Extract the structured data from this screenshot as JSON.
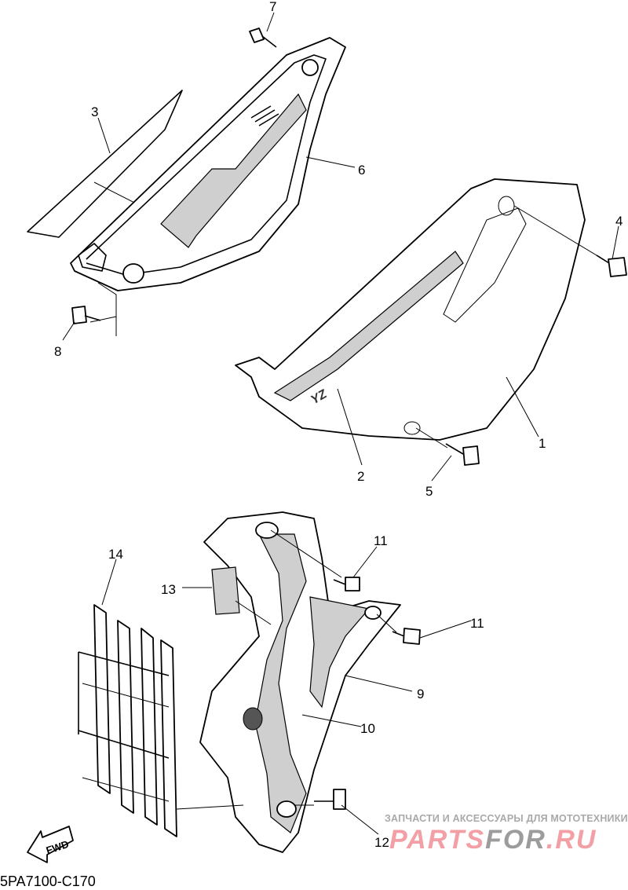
{
  "diagram": {
    "part_code": "5PA7100-C170",
    "fwd_label": "FWD",
    "callouts": [
      "7",
      "3",
      "6",
      "4",
      "8",
      "1",
      "2",
      "5",
      "14",
      "11",
      "13",
      "11",
      "9",
      "10",
      "12"
    ]
  },
  "watermark": {
    "tagline": "ЗАПЧАСТИ И АКСЕССУАРЫ ДЛЯ МОТОТЕХНИКИ",
    "brand_part1": "PARTS",
    "brand_part2": "FOR",
    "brand_part3": ".RU"
  },
  "colors": {
    "watermark_pink": "#f2a0a6",
    "watermark_gray": "#9c9c9c"
  }
}
